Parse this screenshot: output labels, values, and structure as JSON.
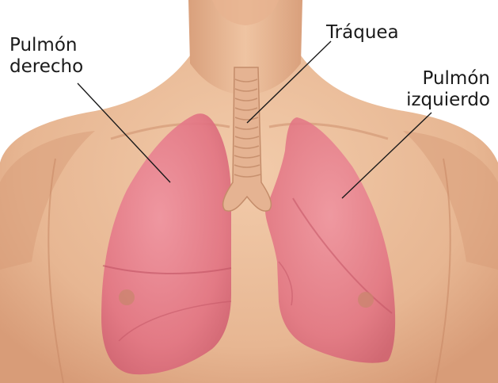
{
  "labels": {
    "right_lung": {
      "line1": "Pulmón",
      "line2": "derecho"
    },
    "trachea": "Tráquea",
    "left_lung": {
      "line1": "Pulmón",
      "line2": "izquierdo"
    }
  },
  "colors": {
    "background": "#ffffff",
    "skin": "#ebbf9c",
    "skin_shadow": "#d79a78",
    "lung": "#e06c7f",
    "lung_light": "#ef96a2",
    "trachea": "#e2b08f",
    "leader_line": "#1a1a1a"
  },
  "icons": {
    "figure": "human-torso-anatomy-illustration"
  }
}
